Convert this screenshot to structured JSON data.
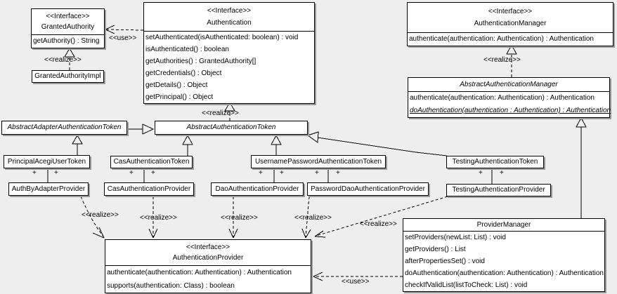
{
  "colors": {
    "background": "#eeeeee",
    "box_fill": "#ffffff",
    "box_border": "#000000",
    "shadow": "#9b9b9b"
  },
  "labels": {
    "use": "<<use>>",
    "realize": "<<realize>>",
    "plus": "+"
  },
  "classes": {
    "granted_authority": {
      "stereotype": "<<Interface>>",
      "name": "GrantedAuthority",
      "methods": [
        "getAuthority() : String"
      ]
    },
    "granted_authority_impl": {
      "name": "GrantedAuthorityImpl"
    },
    "authentication": {
      "stereotype": "<<Interface>>",
      "name": "Authentication",
      "methods": [
        "setAuthenticated(isAuthenticated: boolean) : void",
        "isAuthenticated() : boolean",
        "getAuthorities() : GrantedAuthority[]",
        "getCredentials() : Object",
        "getDetails() : Object",
        "getPrincipal() : Object"
      ]
    },
    "authentication_manager": {
      "stereotype": "<<Interface>>",
      "name": "AuthenticationManager",
      "methods": [
        "authenticate(authentication: Authentication) : Authentication"
      ]
    },
    "abstract_authentication_manager": {
      "name": "AbstractAuthenticationManager",
      "methods": [
        "authenticate(authentication: Authentication) : Authentication",
        "doAuthentication(authentication : Authentication) : Authentication"
      ]
    },
    "abstract_adapter_authentication_token": {
      "name": "AbstractAdapterAuthenticationToken"
    },
    "abstract_authentication_token": {
      "name": "AbstractAuthenticationToken"
    },
    "principal_acegi_user_token": {
      "name": "PrincipalAcegiUserToken"
    },
    "cas_authentication_token": {
      "name": "CasAuthenticationToken"
    },
    "username_password_authentication_token": {
      "name": "UsernamePasswordAuthenticationToken"
    },
    "testing_authentication_token": {
      "name": "TestingAuthenticationToken"
    },
    "auth_by_adapter_provider": {
      "name": "AuthByAdapterProvider"
    },
    "cas_authentication_provider": {
      "name": "CasAuthenticationProvider"
    },
    "dao_authentication_provider": {
      "name": "DaoAuthenticationProvider"
    },
    "password_dao_authentication_provider": {
      "name": "PasswordDaoAuthenticationProvider"
    },
    "testing_authentication_provider": {
      "name": "TestingAuthenticationProvider"
    },
    "authentication_provider": {
      "stereotype": "<<Interface>>",
      "name": "AuthenticationProvider",
      "methods": [
        "authenticate(authentication: Authentication) : Authentication",
        "supports(authentication: Class) : boolean"
      ]
    },
    "provider_manager": {
      "name": "ProviderManager",
      "methods": [
        "setProviders(newList: List) : void",
        "getProviders() : List",
        "afterPropertiesSet() : void",
        "doAuthentication(authentication: Authentication) : Authentication",
        "checkIfValidList(listToCheck: List) : void"
      ]
    }
  }
}
